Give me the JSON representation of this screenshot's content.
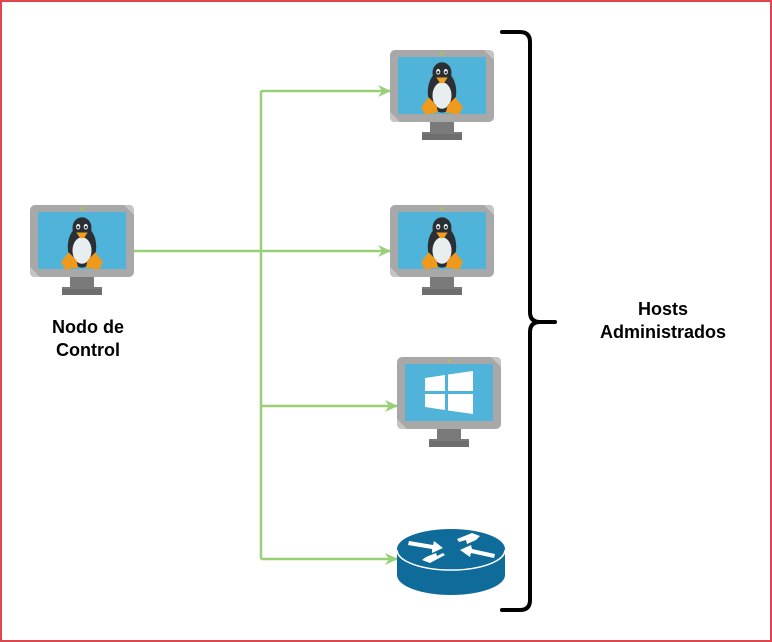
{
  "diagram": {
    "title": "Ansible architecture: control node and managed hosts",
    "colors": {
      "frame_border": "#e0454f",
      "connector": "#97d077",
      "monitor_bezel": "#a8a8a8",
      "monitor_screen": "#4fb3da",
      "monitor_stand": "#7a7a7a",
      "router": "#0f6b99",
      "brace": "#000000"
    },
    "control_node": {
      "icon": "linux-monitor-icon",
      "label_lines": [
        "Nodo de",
        "Control"
      ]
    },
    "managed_hosts": [
      {
        "id": "linux-host-1",
        "icon": "linux-monitor-icon",
        "os": "Linux"
      },
      {
        "id": "linux-host-2",
        "icon": "linux-monitor-icon",
        "os": "Linux"
      },
      {
        "id": "windows-host",
        "icon": "windows-monitor-icon",
        "os": "Windows"
      },
      {
        "id": "network-router",
        "icon": "router-icon",
        "os": "Network device"
      }
    ],
    "group_label_lines": [
      "Hosts",
      "Administrados"
    ],
    "edges": [
      {
        "from": "control_node",
        "to": "linux-host-1"
      },
      {
        "from": "control_node",
        "to": "linux-host-2"
      },
      {
        "from": "control_node",
        "to": "windows-host"
      },
      {
        "from": "control_node",
        "to": "network-router"
      }
    ]
  }
}
